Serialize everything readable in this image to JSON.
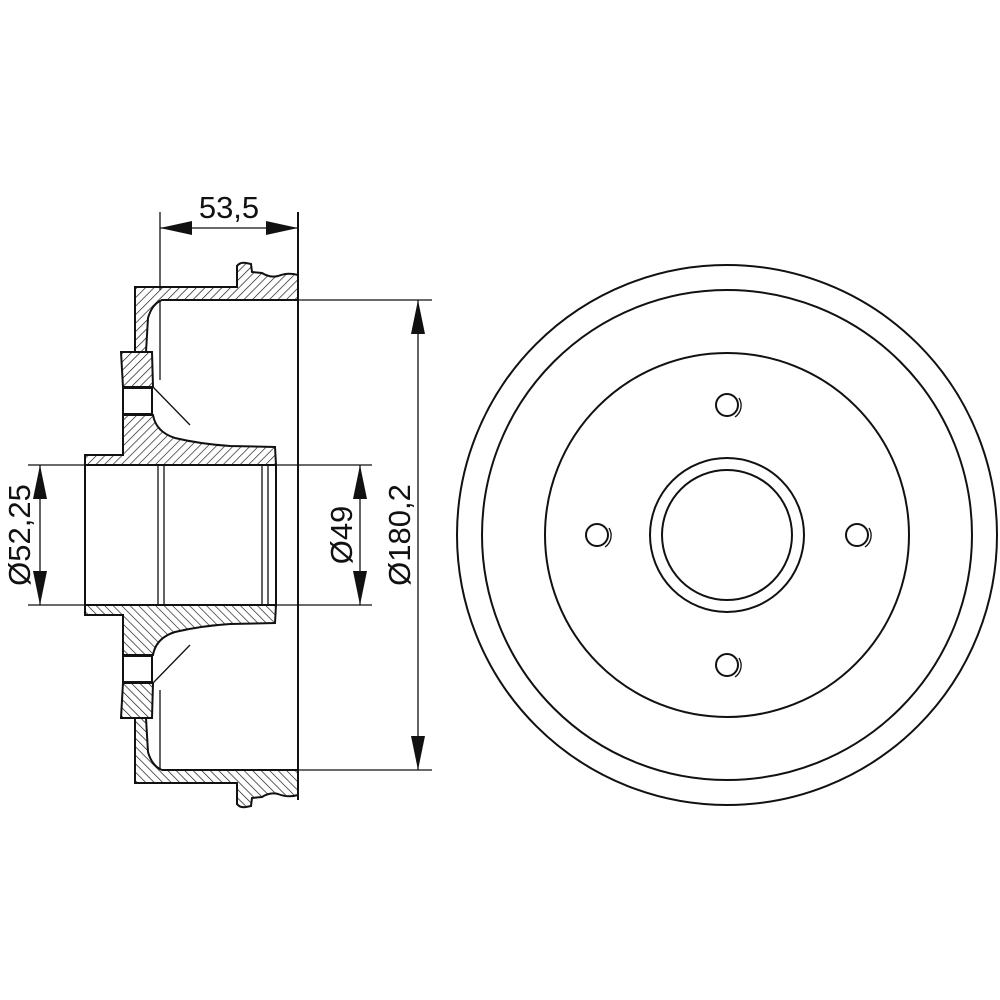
{
  "drawing": {
    "side_view": {
      "width_dimension": "53,5",
      "bore_dimension_outer": "Ø52,25",
      "bore_dimension_inner": "Ø49",
      "drum_diameter": "Ø180,2"
    },
    "front_view": {
      "bolt_holes": 4
    },
    "colors": {
      "line": "#111111",
      "background": "#ffffff"
    }
  }
}
